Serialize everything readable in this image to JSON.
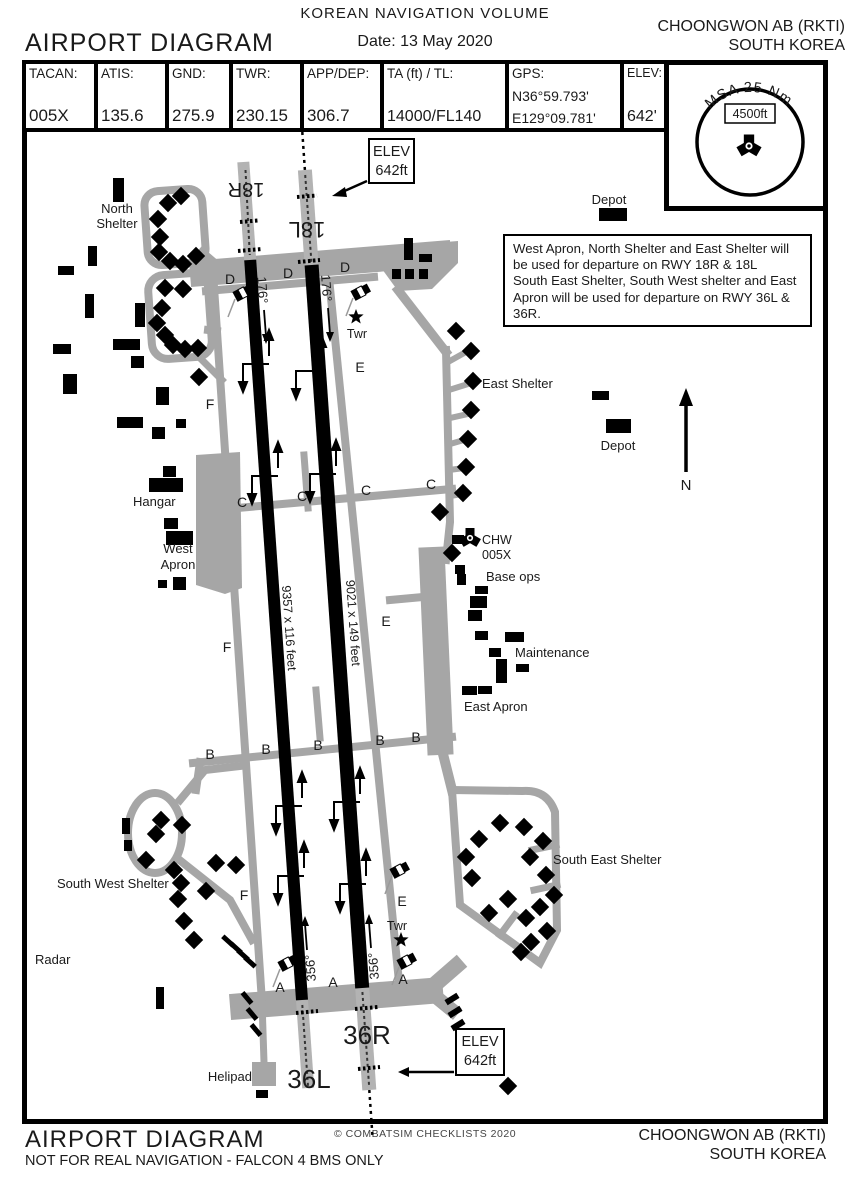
{
  "header": {
    "volume_title": "KOREAN NAVIGATION VOLUME",
    "doc_title": "AIRPORT DIAGRAM",
    "date": "Date: 13 May 2020",
    "airport_name": "CHOONGWON AB (RKTI)",
    "country": "SOUTH KOREA"
  },
  "info_table": {
    "tacan": {
      "label": "TACAN:",
      "value": "005X"
    },
    "atis": {
      "label": "ATIS:",
      "value": "135.6"
    },
    "gnd": {
      "label": "GND:",
      "value": "275.9"
    },
    "twr": {
      "label": "TWR:",
      "value": "230.15"
    },
    "app_dep": {
      "label": "APP/DEP:",
      "value": "306.7"
    },
    "ta_tl": {
      "label": "TA (ft) / TL:",
      "value": "14000/FL140"
    },
    "gps": {
      "label": "GPS:",
      "lat": "N36°59.793'",
      "lon": "E129°09.781'"
    },
    "elev": {
      "label": "ELEV:",
      "value": "642'"
    }
  },
  "msa": {
    "range_label": "MSA 25 Nm",
    "altitude": "4500ft"
  },
  "note_box": {
    "lines": [
      "West Apron, North Shelter and East Shelter will",
      "be used for departure on RWY 18R & 18L",
      "South East Shelter, South West shelter and East",
      "Apron will be used for departure on RWY 36L &",
      "36R."
    ]
  },
  "map": {
    "runway_18R": "18R",
    "runway_18L": "18L",
    "runway_36L": "36L",
    "runway_36R": "36R",
    "runway_west_dim": "9357 x 116 feet",
    "runway_east_dim": "9021 x 149 feet",
    "heading_south": "176°",
    "heading_north": "356°",
    "taxiway_a": "A",
    "taxiway_b": "B",
    "taxiway_c": "C",
    "taxiway_d": "D",
    "taxiway_e": "E",
    "taxiway_f": "F",
    "north_shelter_line1": "North",
    "north_shelter_line2": "Shelter",
    "depot": "Depot",
    "east_shelter": "East Shelter",
    "hangar": "Hangar",
    "west_apron_line1": "West",
    "west_apron_line2": "Apron",
    "tacan_name": "CHW",
    "tacan_channel": "005X",
    "base_ops": "Base ops",
    "maintenance": "Maintenance",
    "east_apron": "East Apron",
    "south_east_shelter": "South East Shelter",
    "south_west_shelter": "South West Shelter",
    "radar": "Radar",
    "helipad": "Helipad",
    "tower": "Twr",
    "north_arrow": "N",
    "elev_line1": "ELEV",
    "elev_line2": "642ft"
  },
  "footer": {
    "doc_title": "AIRPORT DIAGRAM",
    "disclaimer": "NOT FOR REAL NAVIGATION - FALCON 4 BMS ONLY",
    "copyright": "© COMBATSIM CHECKLISTS 2020",
    "airport_name": "CHOONGWON AB (RKTI)",
    "country": "SOUTH KOREA"
  },
  "colors": {
    "taxiway_gray": "#a6a6a6",
    "runway_black": "#000000"
  }
}
